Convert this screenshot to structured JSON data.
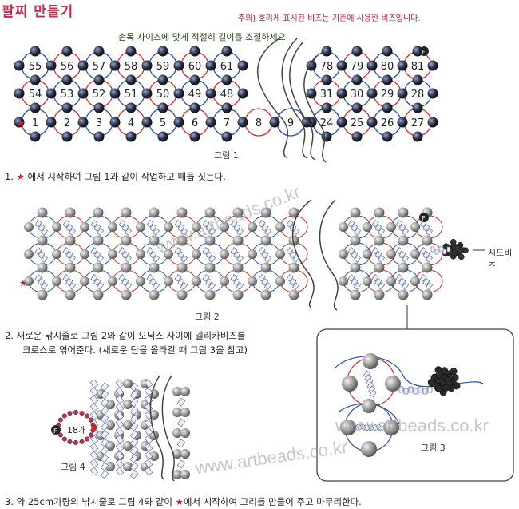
{
  "title": "팔찌 만들기",
  "note": "주의) 호리게 표시된 비즈는 기존에 사용한 비즈입니다.",
  "size_hint": "손목 사이즈에 맞게 적절히 길이를 조절하세요.",
  "fig1": {
    "caption": "그림 1",
    "row_top": [
      "55",
      "56",
      "57",
      "58",
      "59",
      "60",
      "61",
      "78",
      "79",
      "80",
      "81"
    ],
    "row_mid": [
      "54",
      "53",
      "52",
      "51",
      "50",
      "49",
      "48",
      "31",
      "30",
      "29",
      "28"
    ],
    "row_bot": [
      "1",
      "2",
      "3",
      "4",
      "5",
      "6",
      "7",
      "8",
      "9",
      "24",
      "25",
      "26",
      "27"
    ],
    "end_marker": "F"
  },
  "step1": {
    "pre": "1.",
    "star": "★",
    "text": " 에서 시작하여 그림 1과 같이 작업하고 매듭 짓는다."
  },
  "fig2": {
    "caption": "그림 2",
    "bead_label": "시드비즈"
  },
  "step2": {
    "line1": "2. 새로운 낚시줄로 그림 2와 같이 오닉스 사이에 델리카비즈를",
    "line2": "크로스로 엮어준다. (새로운 단을 올라갈 때 그림 3을 참고)"
  },
  "fig3": {
    "caption": "그림 3"
  },
  "fig4": {
    "caption": "그림 4",
    "count_label": "18개"
  },
  "step3": {
    "pre": "3. 약 25cm가량의 낚시줄로 그림 4와 같이",
    "star": "★",
    "text": "에서 시작하여 고리를 만들어 주고 마무리한다."
  },
  "watermarks": [
    "www.artbeads.co.kr",
    "www.artbeads.co.kr",
    "www.artbeads.co.kr"
  ]
}
